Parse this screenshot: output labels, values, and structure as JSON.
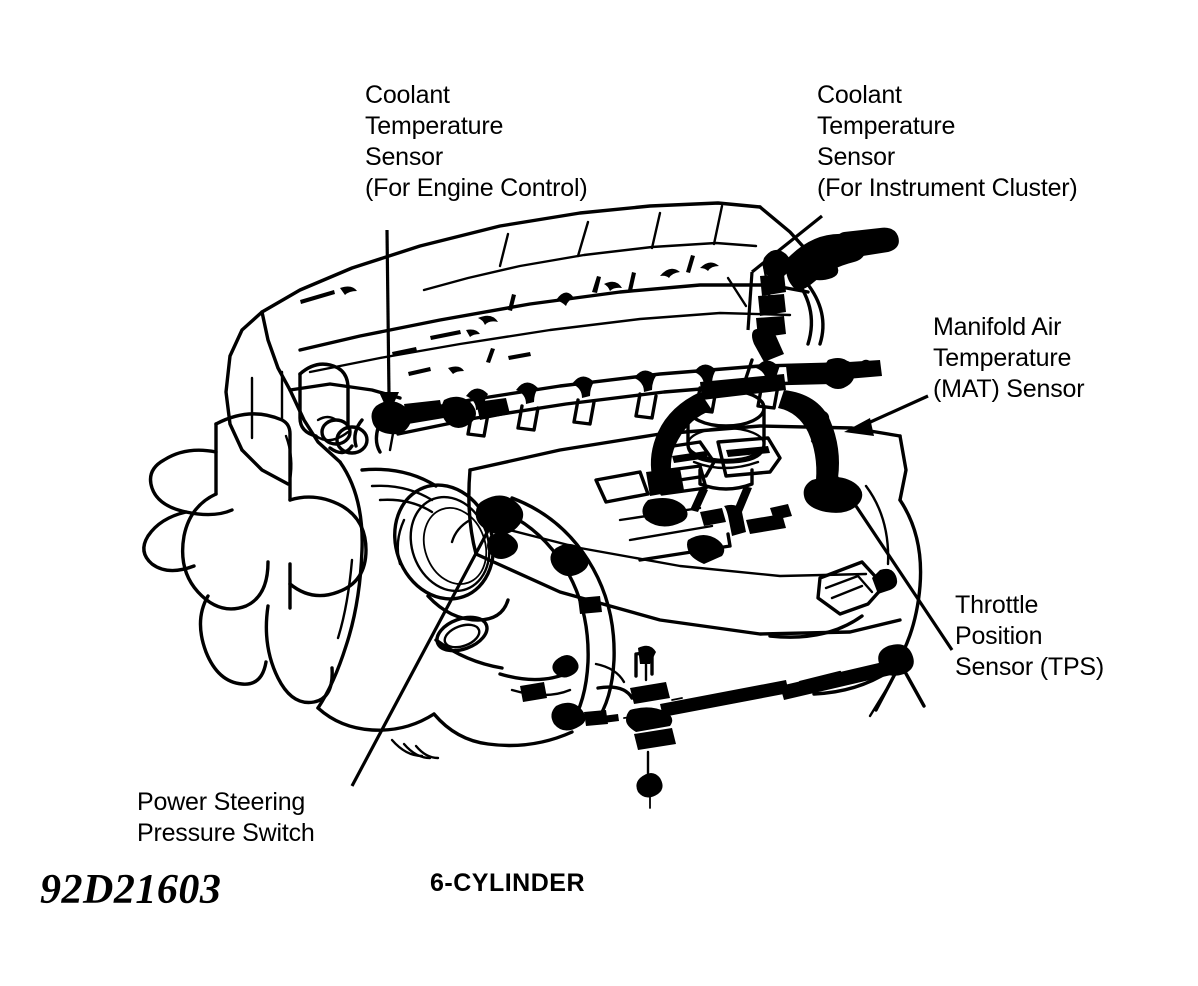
{
  "figure": {
    "id_code": "92D21603",
    "caption": "6-CYLINDER",
    "subject": "engine-sensor-location-diagram"
  },
  "labels": {
    "coolant_temp_engine_control": "Coolant\nTemperature\nSensor\n(For Engine Control)",
    "coolant_temp_instrument_cluster": "Coolant\nTemperature\nSensor\n(For Instrument Cluster)",
    "manifold_air_temperature": "Manifold Air\nTemperature\n(MAT) Sensor",
    "throttle_position_sensor": "Throttle\nPosition\nSensor (TPS)",
    "power_steering_pressure_switch": "Power Steering\nPressure Switch"
  },
  "colors": {
    "ink": "#000000",
    "paper": "#ffffff"
  },
  "callouts": [
    {
      "name": "coolant-temp-engine-control",
      "style": "vertical-arrow",
      "points_to": "sensor at front of cylinder head"
    },
    {
      "name": "coolant-temp-instrument-cluster",
      "style": "diagonal-line",
      "points_to": "sensor on rear of cylinder head"
    },
    {
      "name": "manifold-air-temperature",
      "style": "arrow-left",
      "points_to": "MAT sensor connector on intake manifold"
    },
    {
      "name": "throttle-position-sensor",
      "style": "long-diagonal-line",
      "points_to": "TPS on throttle body linkage"
    },
    {
      "name": "power-steering-pressure-switch",
      "style": "long-diagonal-line",
      "points_to": "switch on power steering pressure hose"
    }
  ]
}
